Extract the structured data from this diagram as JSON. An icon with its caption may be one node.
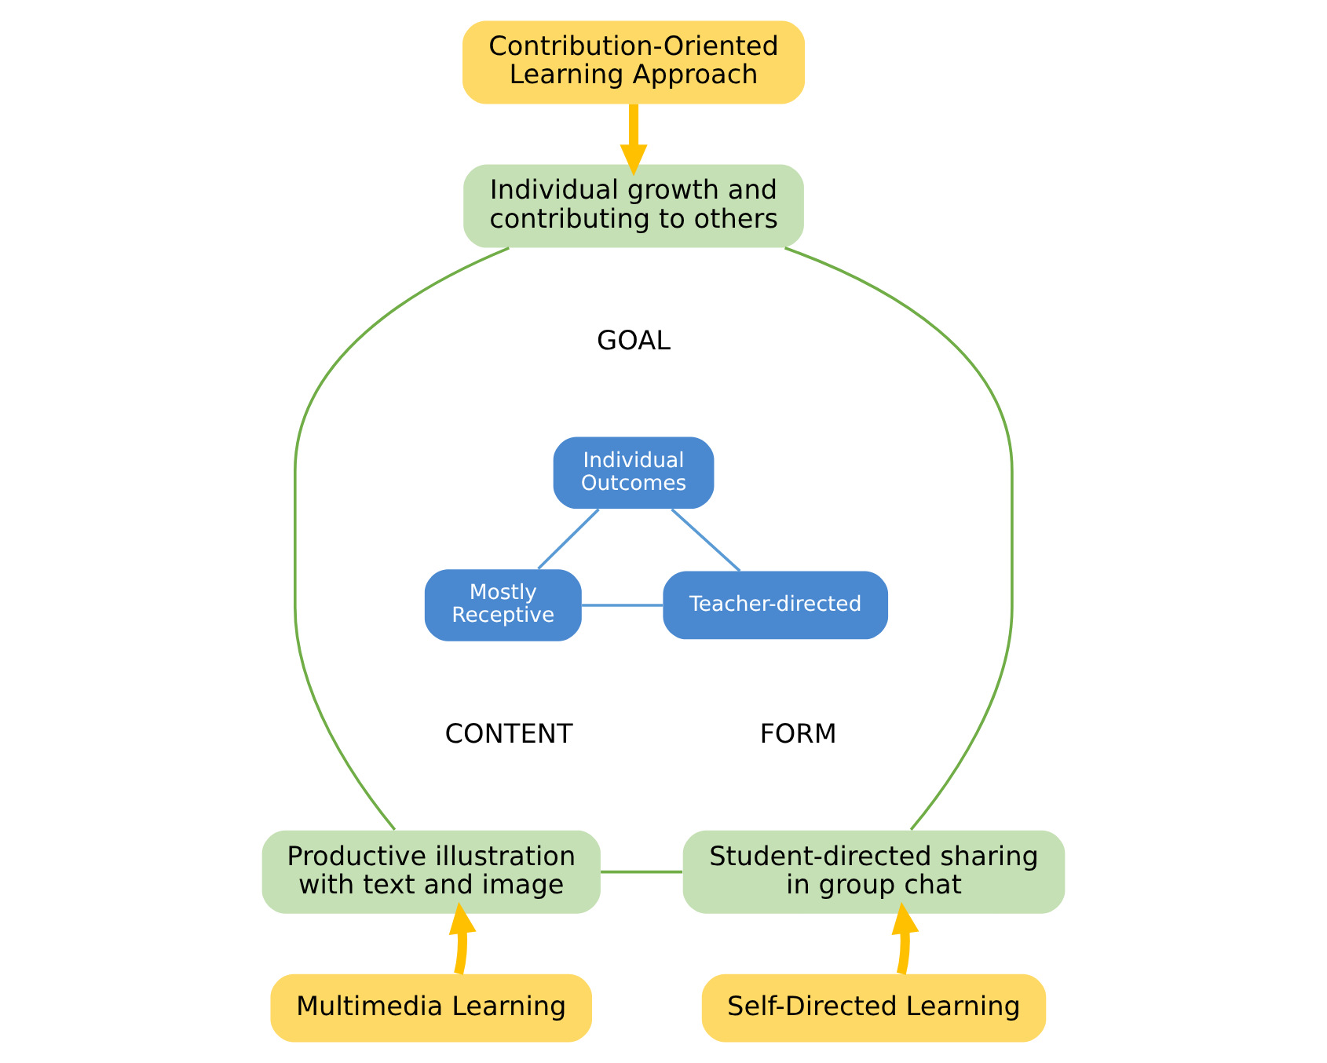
{
  "diagram": {
    "nodes": [
      {
        "text": [
          "Contribution-Oriented Learning Approach"
        ]
      },
      {
        "text": [
          "Individual growth and contributing to others"
        ]
      },
      {
        "text": [
          "Individual Outcomes"
        ]
      },
      {
        "text": [
          "Mostly Receptive"
        ]
      },
      {
        "text": [
          "Teacher-directed"
        ]
      },
      {
        "text": [
          "Productive illustration with text and image"
        ]
      },
      {
        "text": [
          "Student-directed sharing in group chat"
        ]
      },
      {
        "text": [
          "Multimedia Learning"
        ]
      },
      {
        "text": [
          "Self-Directed Learning"
        ]
      }
    ],
    "edges": [
      {
        "from": 0,
        "to": 1,
        "arrow": "to",
        "style": "thick",
        "color": "#ffc000"
      },
      {
        "from": 2,
        "to": 3,
        "arrow": "none",
        "color": "#5b9bd5"
      },
      {
        "from": 2,
        "to": 4,
        "arrow": "none",
        "color": "#5b9bd5"
      },
      {
        "from": 3,
        "to": 4,
        "arrow": "none",
        "color": "#5b9bd5"
      },
      {
        "from": 1,
        "to": 5,
        "arrow": "none",
        "color": "#70ad47"
      },
      {
        "from": 1,
        "to": 6,
        "arrow": "none",
        "color": "#70ad47"
      },
      {
        "from": 5,
        "to": 6,
        "arrow": "none",
        "color": "#70ad47"
      },
      {
        "from": 7,
        "to": 5,
        "arrow": "to",
        "style": "thick",
        "color": "#ffc000"
      },
      {
        "from": 8,
        "to": 6,
        "arrow": "to",
        "style": "thick",
        "color": "#ffc000"
      }
    ],
    "labels": [
      "GOAL",
      "CONTENT",
      "FORM"
    ]
  }
}
